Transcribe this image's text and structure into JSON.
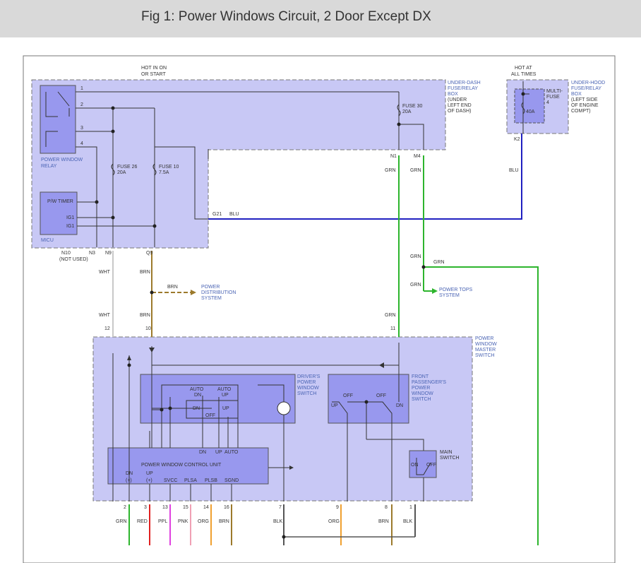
{
  "header": {
    "title": "Fig 1: Power Windows Circuit, 2 Door Except DX"
  },
  "colors": {
    "box_fill": "#c8c8f5",
    "inner_fill": "#9898ee",
    "box_border": "#7a7a7a",
    "label_blue": "#4a64b4",
    "wire_grn": "#2db52d",
    "wire_blu": "#2020c0",
    "wire_brn": "#9c7a2c",
    "wire_wht": "#c8c8c8",
    "wire_red": "#e02020",
    "wire_ppl": "#e040e0",
    "wire_pnk": "#f0a0b4",
    "wire_org": "#f0a030",
    "wire_blk": "#555555"
  },
  "labels": {
    "hot_in_on": "HOT IN ON",
    "or_start": "OR START",
    "hot_at": "HOT AT",
    "all_times": "ALL TIMES",
    "underdash_1": "UNDER-DASH",
    "underdash_2": "FUSE/RELAY",
    "underdash_3": "BOX",
    "underdash_4": "(UNDER",
    "underdash_5": "LEFT END",
    "underdash_6": "OF DASH)",
    "underhood_1": "UNDER-HOOD",
    "underhood_2": "FUSE/RELAY",
    "underhood_3": "BOX",
    "underhood_4": "(LEFT SIDE",
    "underhood_5": "OF ENGINE",
    "underhood_6": "COMPT)",
    "multifuse_1": "MULTI-",
    "multifuse_2": "FUSE",
    "multifuse_3": "4",
    "mf_amp": "40A",
    "fuse30": "FUSE 30",
    "fuse30_amp": "20A",
    "fuse26": "FUSE 26",
    "fuse26_amp": "20A",
    "fuse10": "FUSE 10",
    "fuse10_amp": "7.5A",
    "relay_1": "POWER WINDOW",
    "relay_2": "RELAY",
    "pw_timer": "P/W TIMER",
    "ig1a": "IG1",
    "ig1b": "IG1",
    "micu": "MICU",
    "pin1": "1",
    "pin2": "2",
    "pin3": "3",
    "pin4": "4",
    "n10": "N10",
    "not_used": "(NOT USED)",
    "n3": "N3",
    "n9": "N9",
    "q9": "Q9",
    "n1": "N1",
    "m4": "M4",
    "k2": "K2",
    "g21": "G21",
    "blu_a": "BLU",
    "blu_b": "BLU",
    "grn_a": "GRN",
    "grn_b": "GRN",
    "grn_c": "GRN",
    "grn_d": "GRN",
    "grn_e": "GRN",
    "grn_f": "GRN",
    "wht_a": "WHT",
    "wht_b": "WHT",
    "brn_a": "BRN",
    "brn_b": "BRN",
    "brn_c": "BRN",
    "pds_1": "POWER",
    "pds_2": "DISTRIBUTION",
    "pds_3": "SYSTEM",
    "pts_1": "POWER TOPS",
    "pts_2": "SYSTEM",
    "c12": "12",
    "c10": "10",
    "c11": "11",
    "master_1": "POWER",
    "master_2": "WINDOW",
    "master_3": "MASTER",
    "master_4": "SWITCH",
    "drv_1": "DRIVER'S",
    "drv_2": "POWER",
    "drv_3": "WINDOW",
    "drv_4": "SWITCH",
    "fps_1": "FRONT",
    "fps_2": "PASSENGER'S",
    "fps_3": "POWER",
    "fps_4": "WINDOW",
    "fps_5": "SWITCH",
    "auto_dn_1": "AUTO",
    "auto_dn_2": "DN",
    "auto_up_1": "AUTO",
    "auto_up_2": "UP",
    "drv_dn": "DN",
    "drv_up": "UP",
    "drv_off": "OFF",
    "fp_off1": "OFF",
    "fp_off2": "OFF",
    "fp_up": "UP",
    "fp_dn": "DN",
    "main_1": "MAIN",
    "main_2": "SWITCH",
    "ms_on": "ON",
    "ms_off": "OFF",
    "cu_dn": "DN",
    "cu_up": "UP",
    "cu_auto": "AUTO",
    "pwcu": "POWER WINDOW CONTROL UNIT",
    "pin_dn": "DN",
    "pin_dn_plus": "(+)",
    "pin_up": "UP",
    "pin_up_plus": "(+)",
    "pin_svcc": "SVCC",
    "pin_plsa": "PLSA",
    "pin_plsb": "PLSB",
    "pin_sgnd": "SGND"
  },
  "bottom_pins": [
    "2",
    "3",
    "13",
    "15",
    "14",
    "16",
    "7",
    "9",
    "8",
    "1"
  ],
  "bottom_wires": [
    "GRN",
    "RED",
    "PPL",
    "PNK",
    "ORG",
    "BRN",
    "BLK",
    "ORG",
    "BRN",
    "BLK"
  ]
}
